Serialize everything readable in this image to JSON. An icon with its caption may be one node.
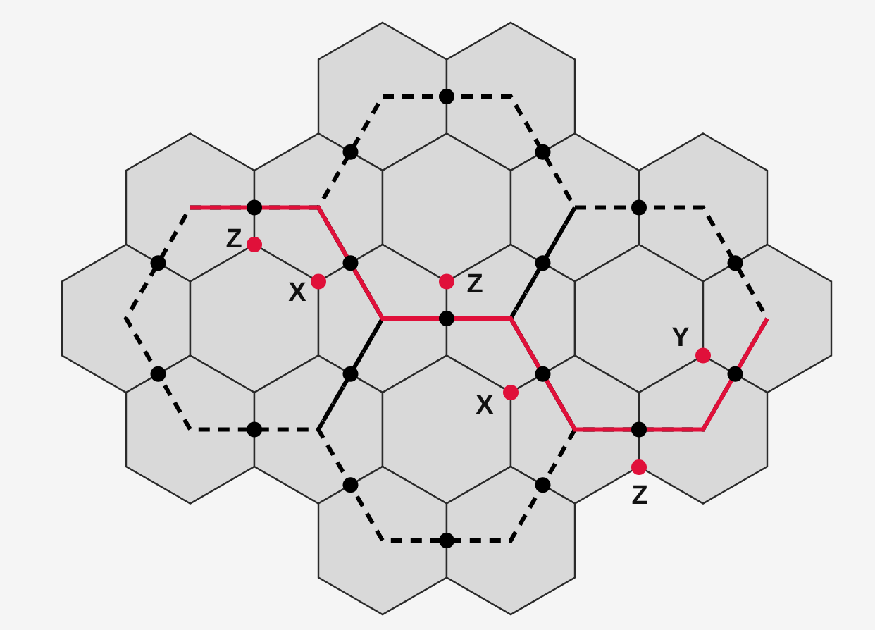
{
  "diagram": {
    "labels": [
      "Z",
      "Z",
      "X",
      "Y",
      "X",
      "Z"
    ]
  }
}
